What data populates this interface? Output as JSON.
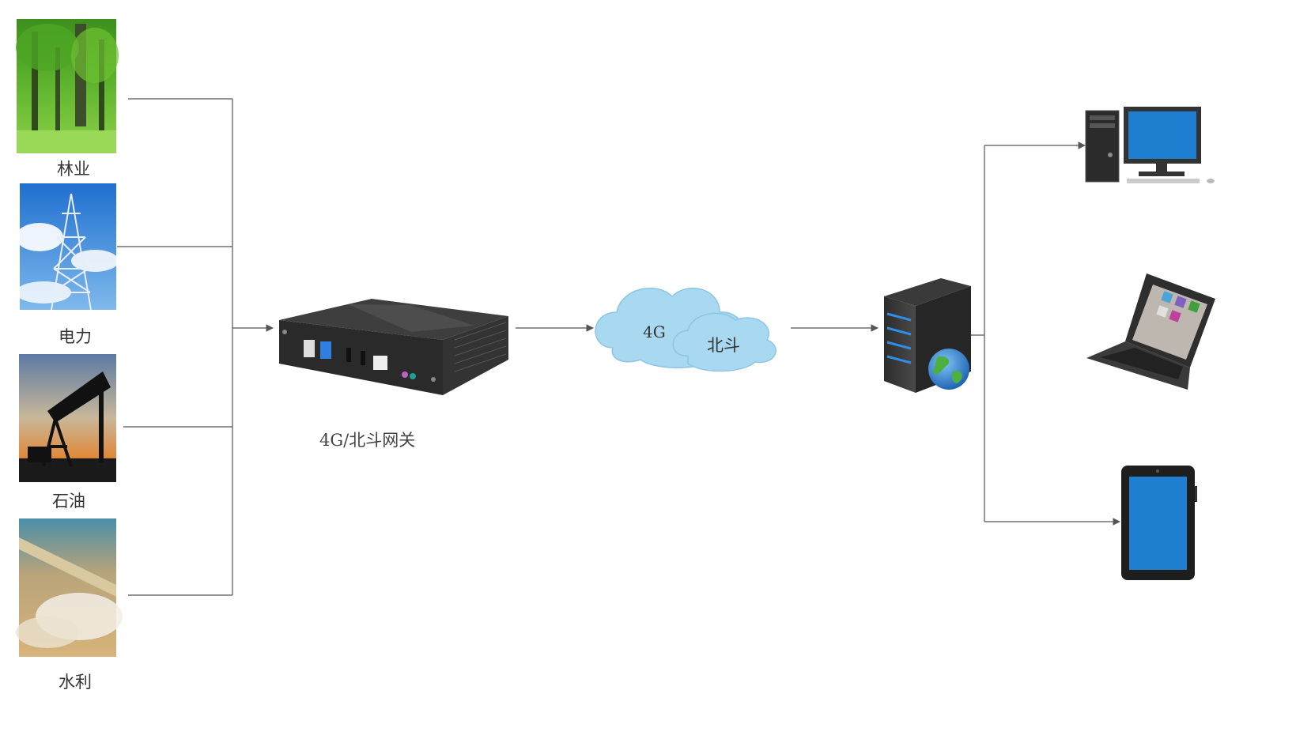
{
  "sources": [
    {
      "label": "林业",
      "icon": "forest-photo"
    },
    {
      "label": "电力",
      "icon": "power-tower-photo"
    },
    {
      "label": "石油",
      "icon": "oil-pump-photo"
    },
    {
      "label": "水利",
      "icon": "dam-photo"
    }
  ],
  "gateway": {
    "label": "4G/北斗网关",
    "icon": "gateway-box-icon"
  },
  "cloud": {
    "label_left": "4G",
    "label_right": "北斗",
    "icon": "cloud-icon"
  },
  "server": {
    "icon": "web-server-icon"
  },
  "clients": [
    {
      "icon": "desktop-computer-icon"
    },
    {
      "icon": "laptop-icon"
    },
    {
      "icon": "tablet-icon"
    }
  ],
  "colors": {
    "line": "#555555",
    "cloud": "#a9d8f1",
    "screen": "#1e7fd1",
    "device": "#3a3a3a"
  }
}
